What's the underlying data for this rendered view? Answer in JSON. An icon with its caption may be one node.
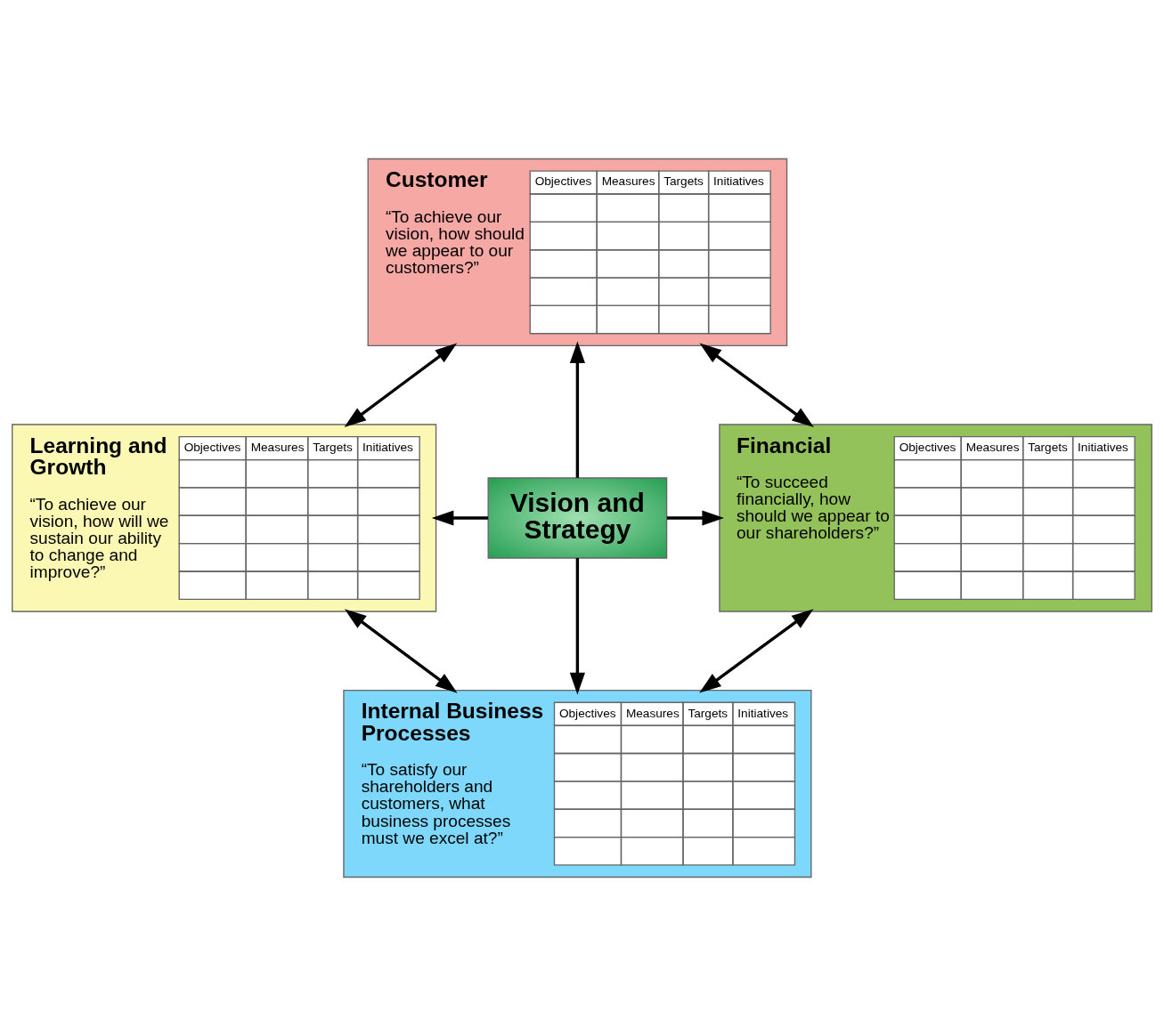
{
  "diagram": {
    "nodes": [
      {
        "text": [
          "Customer",
          "“To achieve our vision, how should we appear to our customers?”",
          "Objectives",
          "Measures",
          "Targets",
          "Initiatives"
        ]
      },
      {
        "text": [
          "Learning and Growth",
          "“To achieve our vision, how will we sustain our ability to change and improve?”",
          "Objectives",
          "Measures",
          "Targets",
          "Initiatives"
        ]
      },
      {
        "text": [
          "Vision and Strategy"
        ]
      },
      {
        "text": [
          "Financial",
          "“To succeed financially, how should we appear to our shareholders?”",
          "Objectives",
          "Measures",
          "Targets",
          "Initiatives"
        ]
      },
      {
        "text": [
          "Internal Business Processes",
          "“To satisfy our shareholders and customers, what business processes must we excel at?”",
          "Objectives",
          "Measures",
          "Targets",
          "Initiatives"
        ]
      }
    ],
    "edges": [
      {
        "from": 2,
        "to": 0,
        "arrow": "to"
      },
      {
        "from": 2,
        "to": 1,
        "arrow": "to"
      },
      {
        "from": 2,
        "to": 3,
        "arrow": "to"
      },
      {
        "from": 2,
        "to": 4,
        "arrow": "to"
      },
      {
        "from": 0,
        "to": 1,
        "arrow": "both"
      },
      {
        "from": 0,
        "to": 3,
        "arrow": "both"
      },
      {
        "from": 1,
        "to": 4,
        "arrow": "both"
      },
      {
        "from": 3,
        "to": 4,
        "arrow": "both"
      }
    ]
  }
}
